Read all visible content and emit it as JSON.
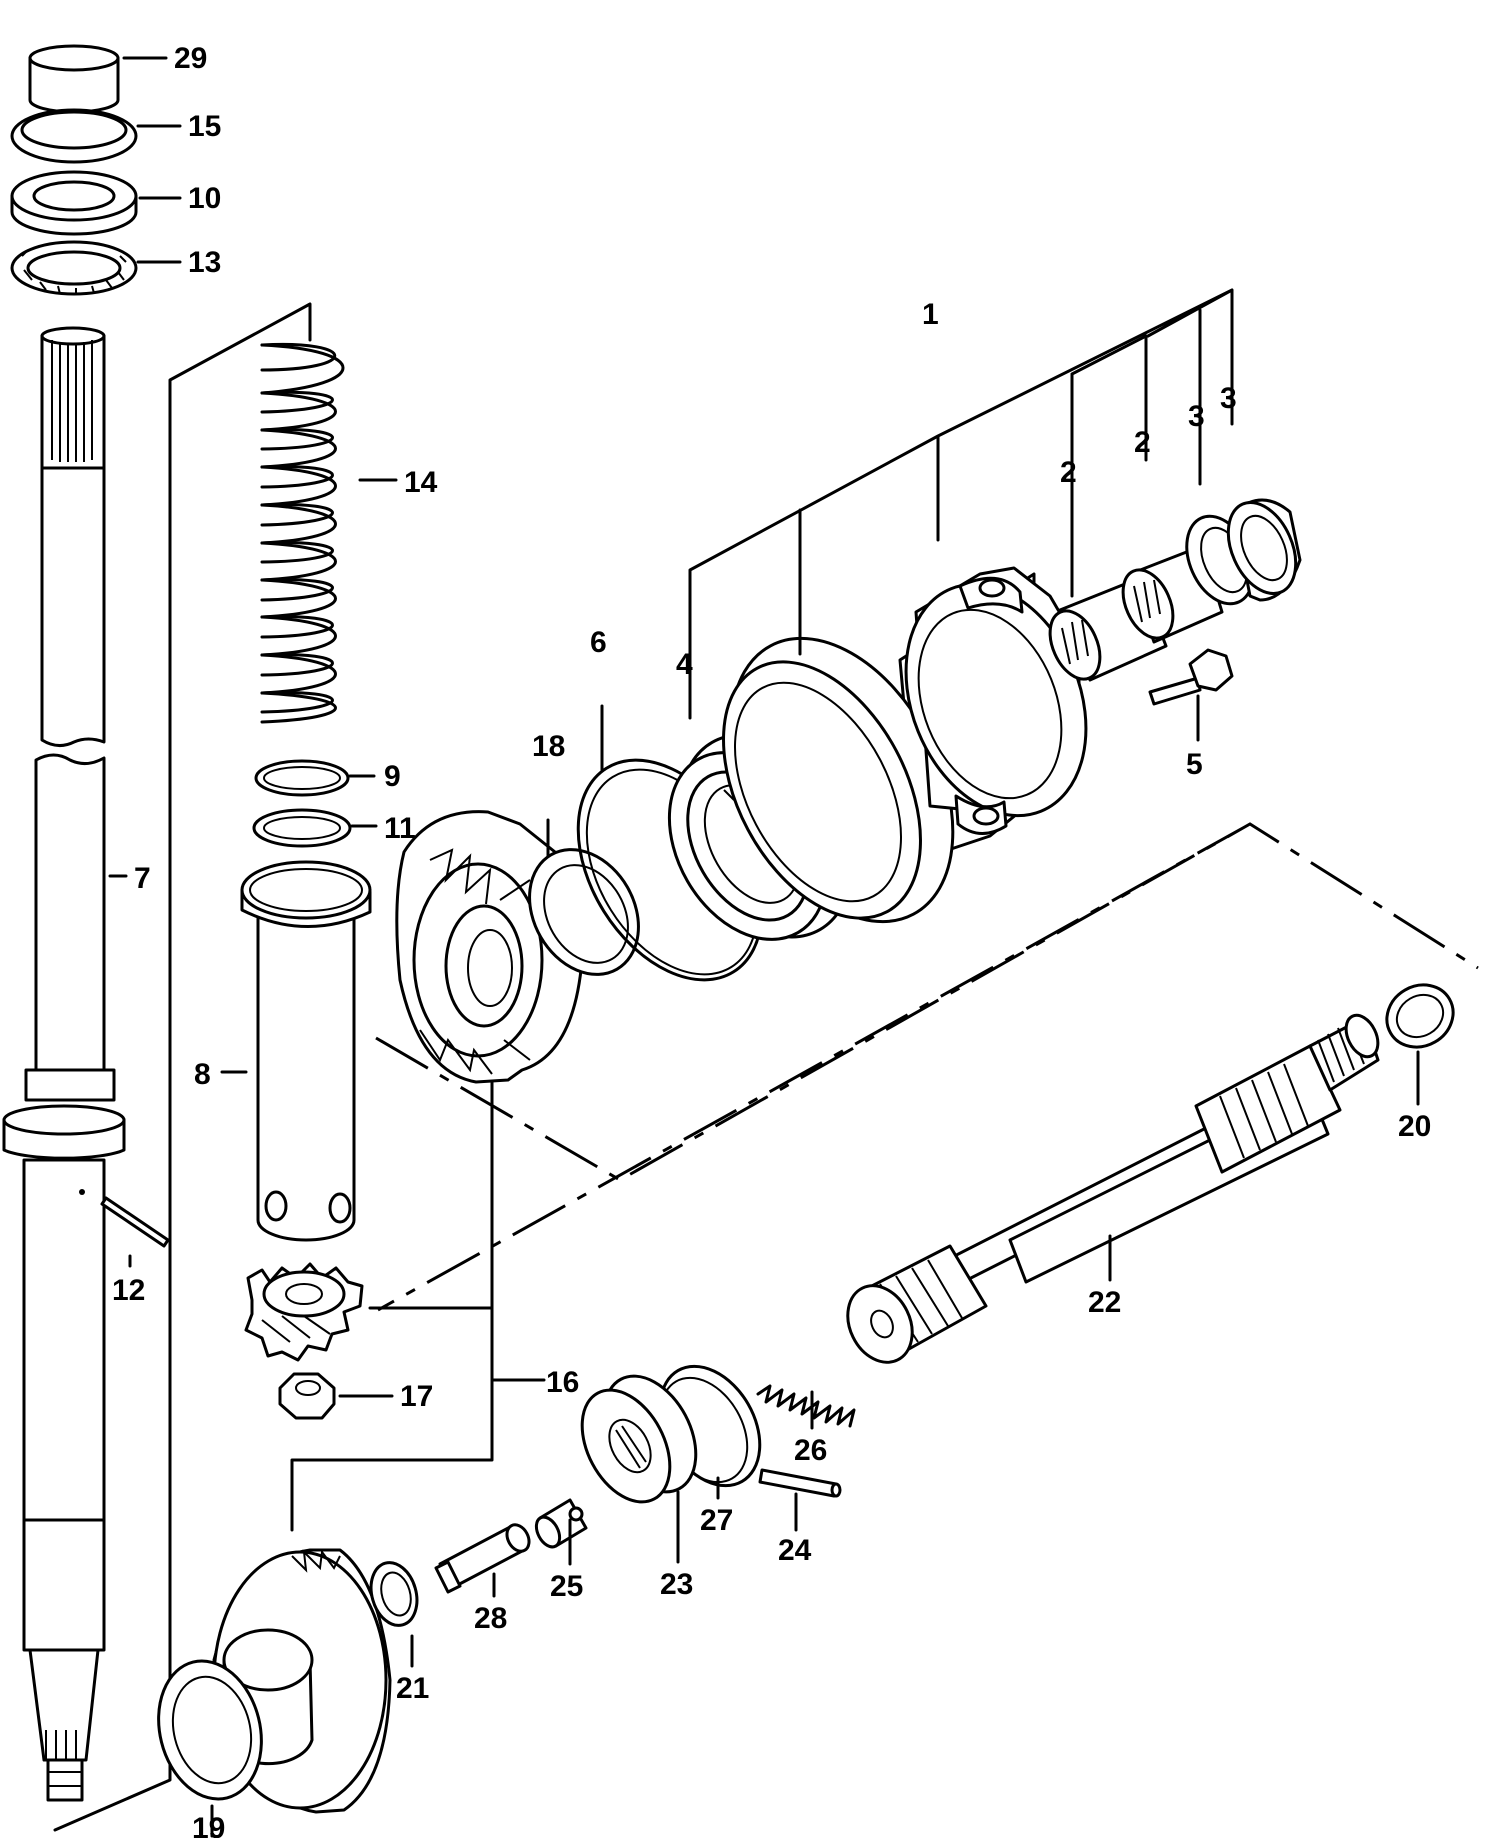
{
  "labels": {
    "l1": "1",
    "l2a": "2",
    "l2b": "2",
    "l3a": "3",
    "l3b": "3",
    "l4": "4",
    "l5": "5",
    "l6": "6",
    "l7": "7",
    "l8": "8",
    "l9": "9",
    "l10": "10",
    "l11": "11",
    "l12": "12",
    "l13": "13",
    "l14": "14",
    "l15": "15",
    "l16": "16",
    "l17": "17",
    "l18": "18",
    "l19": "19",
    "l20": "20",
    "l21": "21",
    "l22": "22",
    "l23": "23",
    "l24": "24",
    "l25": "25",
    "l26": "26",
    "l27": "27",
    "l28": "28",
    "l29": "29"
  }
}
